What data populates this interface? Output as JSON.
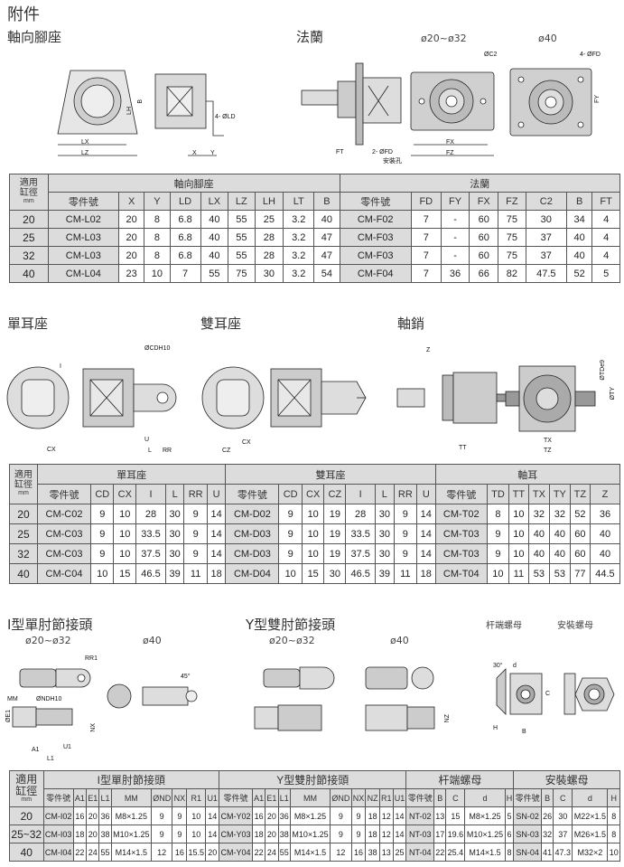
{
  "title": "附件",
  "sections": {
    "axial_foot": "軸向腳座",
    "flange": "法蘭",
    "flange_small": "ø20~ø32",
    "flange_large": "ø40",
    "single_clevis": "單耳座",
    "double_clevis": "雙耳座",
    "trunnion": "軸銷",
    "i_joint": "I型單肘節接頭",
    "i_small": "ø20~ø32",
    "i_large": "ø40",
    "y_joint": "Y型雙肘節接頭",
    "y_small": "ø20~ø32",
    "y_large": "ø40",
    "rod_nut": "杆端螺母",
    "mount_nut": "安裝螺母"
  },
  "labels": {
    "LX": "LX",
    "LZ": "LZ",
    "LH": "LH",
    "B": "B",
    "X": "X",
    "Y": "Y",
    "LD": "4- ØLD",
    "FT": "FT",
    "FD2": "2- ØFD",
    "hole": "安裝孔",
    "C2": "ØC2",
    "FX": "FX",
    "FZ": "FZ",
    "FD4": "4- ØFD",
    "FY": "FY",
    "CD": "ØCDH10",
    "I": "I",
    "CX": "CX",
    "CX2": "CX",
    "CZ": "CZ",
    "U": "U",
    "L": "L",
    "RR": "RR",
    "Z": "Z",
    "TD": "ØTDe9",
    "TY": "ØTY",
    "TT": "TT",
    "TX": "TX",
    "TZ": "TZ",
    "MM": "MM",
    "ND": "ØNDH10",
    "RR1": "RR1",
    "A1": "A1",
    "U1": "U1",
    "L1": "L1",
    "NX": "NX",
    "NZ": "NZ",
    "E1": "ØE1",
    "deg45": "45°",
    "deg30": "30°",
    "H": "H",
    "C": "C",
    "d": "d"
  },
  "tables": [
    {
      "bore_header": [
        "適用",
        "缸徑",
        "mm"
      ],
      "groups": [
        {
          "label": "軸向腳座",
          "cols": [
            "零件號",
            "X",
            "Y",
            "LD",
            "LX",
            "LZ",
            "LH",
            "LT",
            "B"
          ]
        },
        {
          "label": "法蘭",
          "cols": [
            "零件號",
            "FD",
            "FY",
            "FX",
            "FZ",
            "C2",
            "B",
            "FT"
          ]
        }
      ],
      "rows": [
        {
          "bore": "20",
          "cells": [
            [
              "CM-L02",
              "20",
              "8",
              "6.8",
              "40",
              "55",
              "25",
              "3.2",
              "40"
            ],
            [
              "CM-F02",
              "7",
              "-",
              "60",
              "75",
              "30",
              "34",
              "4"
            ]
          ]
        },
        {
          "bore": "25",
          "cells": [
            [
              "CM-L03",
              "20",
              "8",
              "6.8",
              "40",
              "55",
              "28",
              "3.2",
              "47"
            ],
            [
              "CM-F03",
              "7",
              "-",
              "60",
              "75",
              "37",
              "40",
              "4"
            ]
          ]
        },
        {
          "bore": "32",
          "cells": [
            [
              "CM-L03",
              "20",
              "8",
              "6.8",
              "40",
              "55",
              "28",
              "3.2",
              "47"
            ],
            [
              "CM-F03",
              "7",
              "-",
              "60",
              "75",
              "37",
              "40",
              "4"
            ]
          ]
        },
        {
          "bore": "40",
          "cells": [
            [
              "CM-L04",
              "23",
              "10",
              "7",
              "55",
              "75",
              "30",
              "3.2",
              "54"
            ],
            [
              "CM-F04",
              "7",
              "36",
              "66",
              "82",
              "47.5",
              "52",
              "5"
            ]
          ]
        }
      ]
    },
    {
      "bore_header": [
        "適用",
        "缸徑",
        "mm"
      ],
      "groups": [
        {
          "label": "單耳座",
          "cols": [
            "零件號",
            "CD",
            "CX",
            "I",
            "L",
            "RR",
            "U"
          ]
        },
        {
          "label": "雙耳座",
          "cols": [
            "零件號",
            "CD",
            "CX",
            "CZ",
            "I",
            "L",
            "RR",
            "U"
          ]
        },
        {
          "label": "軸耳",
          "cols": [
            "零件號",
            "TD",
            "TT",
            "TX",
            "TY",
            "TZ",
            "Z"
          ]
        }
      ],
      "rows": [
        {
          "bore": "20",
          "cells": [
            [
              "CM-C02",
              "9",
              "10",
              "28",
              "30",
              "9",
              "14"
            ],
            [
              "CM-D02",
              "9",
              "10",
              "19",
              "28",
              "30",
              "9",
              "14"
            ],
            [
              "CM-T02",
              "8",
              "10",
              "32",
              "32",
              "52",
              "36"
            ]
          ]
        },
        {
          "bore": "25",
          "cells": [
            [
              "CM-C03",
              "9",
              "10",
              "33.5",
              "30",
              "9",
              "14"
            ],
            [
              "CM-D03",
              "9",
              "10",
              "19",
              "33.5",
              "30",
              "9",
              "14"
            ],
            [
              "CM-T03",
              "9",
              "10",
              "40",
              "40",
              "60",
              "40"
            ]
          ]
        },
        {
          "bore": "32",
          "cells": [
            [
              "CM-C03",
              "9",
              "10",
              "37.5",
              "30",
              "9",
              "14"
            ],
            [
              "CM-D03",
              "9",
              "10",
              "19",
              "37.5",
              "30",
              "9",
              "14"
            ],
            [
              "CM-T03",
              "9",
              "10",
              "40",
              "40",
              "60",
              "40"
            ]
          ]
        },
        {
          "bore": "40",
          "cells": [
            [
              "CM-C04",
              "10",
              "15",
              "46.5",
              "39",
              "11",
              "18"
            ],
            [
              "CM-D04",
              "10",
              "15",
              "30",
              "46.5",
              "39",
              "11",
              "18"
            ],
            [
              "CM-T04",
              "10",
              "11",
              "53",
              "53",
              "77",
              "44.5"
            ]
          ]
        }
      ]
    },
    {
      "bore_header": [
        "適用",
        "缸徑",
        "mm"
      ],
      "groups": [
        {
          "label": "I型單肘節接頭",
          "cols": [
            "零件號",
            "A1",
            "E1",
            "L1",
            "MM",
            "ØND",
            "NX",
            "R1",
            "U1"
          ]
        },
        {
          "label": "Y型雙肘節接頭",
          "cols": [
            "零件號",
            "A1",
            "E1",
            "L1",
            "MM",
            "ØND",
            "NX",
            "NZ",
            "R1",
            "U1"
          ]
        },
        {
          "label": "杆端螺母",
          "cols": [
            "零件號",
            "B",
            "C",
            "d",
            "H"
          ]
        },
        {
          "label": "安裝螺母",
          "cols": [
            "零件號",
            "B",
            "C",
            "d",
            "H"
          ]
        }
      ],
      "rows": [
        {
          "bore": "20",
          "cells": [
            [
              "CM-I02",
              "16",
              "20",
              "36",
              "M8×1.25",
              "9",
              "9",
              "10",
              "14"
            ],
            [
              "CM-Y02",
              "16",
              "20",
              "36",
              "M8×1.25",
              "9",
              "9",
              "18",
              "12",
              "14"
            ],
            [
              "NT-02",
              "13",
              "15",
              "M8×1.25",
              "5"
            ],
            [
              "SN-02",
              "26",
              "30",
              "M22×1.5",
              "8"
            ]
          ]
        },
        {
          "bore": "25~32",
          "cells": [
            [
              "CM-I03",
              "18",
              "20",
              "38",
              "M10×1.25",
              "9",
              "9",
              "10",
              "14"
            ],
            [
              "CM-Y03",
              "18",
              "20",
              "38",
              "M10×1.25",
              "9",
              "9",
              "18",
              "12",
              "14"
            ],
            [
              "NT-03",
              "17",
              "19.6",
              "M10×1.25",
              "6"
            ],
            [
              "SN-03",
              "32",
              "37",
              "M26×1.5",
              "8"
            ]
          ]
        },
        {
          "bore": "40",
          "cells": [
            [
              "CM-I04",
              "22",
              "24",
              "55",
              "M14×1.5",
              "12",
              "16",
              "15.5",
              "20"
            ],
            [
              "CM-Y04",
              "22",
              "24",
              "55",
              "M14×1.5",
              "12",
              "16",
              "38",
              "13",
              "25"
            ],
            [
              "NT-04",
              "22",
              "25.4",
              "M14×1.5",
              "8"
            ],
            [
              "SN-04",
              "41",
              "47.3",
              "M32×2",
              "10"
            ]
          ]
        }
      ]
    }
  ]
}
